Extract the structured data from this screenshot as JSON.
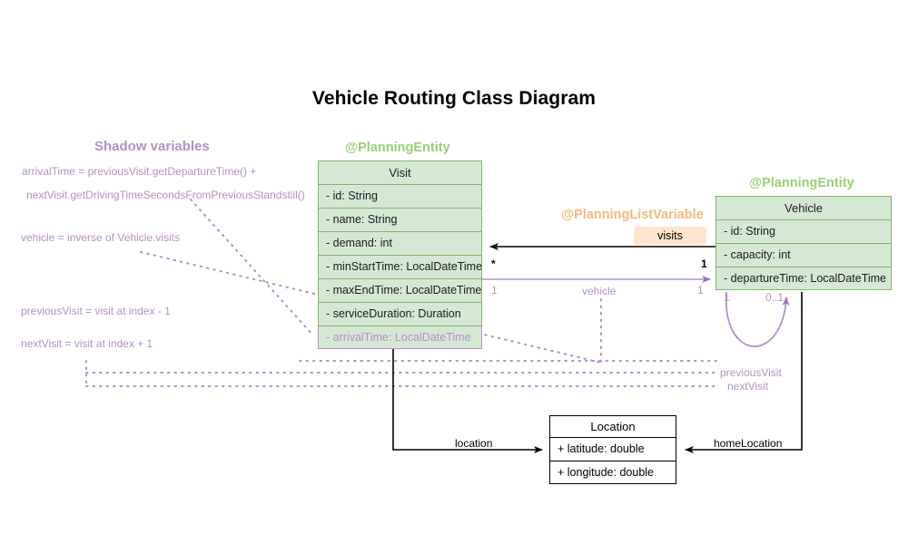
{
  "title": "Vehicle Routing Class Diagram",
  "shadow_panel": {
    "heading": "Shadow variables",
    "notes": [
      "arrivalTime = previousVisit.getDepartureTime() +",
      "nextVisit.getDrivingTimeSecondsFromPreviousStandstill()",
      "vehicle = inverse of Vehicle.visits",
      "previousVisit = visit at index - 1",
      "nextVisit = visit at index + 1"
    ]
  },
  "classes": {
    "visit": {
      "stereotype": "@PlanningEntity",
      "name": "Visit",
      "attributes": [
        "- id: String",
        "- name: String",
        "- demand: int",
        "- minStartTime: LocalDateTime",
        "- maxEndTime: LocalDateTime",
        "- serviceDuration: Duration"
      ],
      "shadow_attribute": "- arrivalTime: LocalDateTime"
    },
    "vehicle": {
      "stereotype": "@PlanningEntity",
      "name": "Vehicle",
      "attributes": [
        "- id: String",
        "- capacity: int",
        "- departureTime: LocalDateTime"
      ]
    },
    "location": {
      "name": "Location",
      "attributes": [
        "+ latitude: double",
        "+ longitude: double"
      ]
    }
  },
  "annotations": {
    "planning_list_variable": "@PlanningListVariable",
    "visits_badge": "visits"
  },
  "relations": {
    "visits": {
      "label": "visits",
      "source_multiplicity": "1",
      "target_multiplicity": "*"
    },
    "vehicle": {
      "label": "vehicle",
      "source_multiplicity": "1",
      "target_multiplicity": "1"
    },
    "self_loop": {
      "source_multiplicity": "1",
      "target_multiplicity": "0..1"
    },
    "previous_visit": {
      "label": "previousVisit"
    },
    "next_visit": {
      "label": "nextVisit"
    },
    "location": {
      "label": "location"
    },
    "home_location": {
      "label": "homeLocation"
    }
  },
  "colors": {
    "entity_fill": "#d5e8d4",
    "entity_stroke": "#82b366",
    "stereotype_green": "#97d077",
    "stereotype_orange": "#f5b97f",
    "badge_fill": "#ffe6cc",
    "shadow_purple": "#b28fc8",
    "line_black": "#000000",
    "background": "#ffffff"
  }
}
